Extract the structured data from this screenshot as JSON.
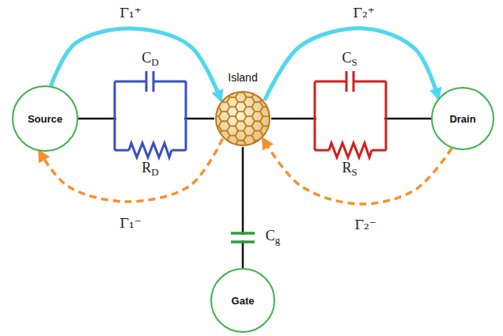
{
  "diagram": {
    "nodes": [
      {
        "text": [
          "Source"
        ]
      },
      {
        "text": [
          "Island"
        ]
      },
      {
        "text": [
          "Drain"
        ]
      },
      {
        "text": [
          "Gate"
        ]
      }
    ],
    "edges": [
      {
        "from": 0,
        "to": 1,
        "arrow": "none"
      },
      {
        "from": 1,
        "to": 2,
        "arrow": "none"
      },
      {
        "from": 1,
        "to": 3,
        "arrow": "none"
      },
      {
        "from": 0,
        "to": 1,
        "arrow": "to",
        "label": "Γ₁⁺"
      },
      {
        "from": 1,
        "to": 2,
        "arrow": "to",
        "label": "Γ₂⁺"
      },
      {
        "from": 1,
        "to": 0,
        "arrow": "to",
        "label": "Γ₁⁻"
      },
      {
        "from": 2,
        "to": 1,
        "arrow": "to",
        "label": "Γ₂⁻"
      }
    ],
    "labels": [
      "CD",
      "RD",
      "CS",
      "RS",
      "Cg"
    ]
  }
}
